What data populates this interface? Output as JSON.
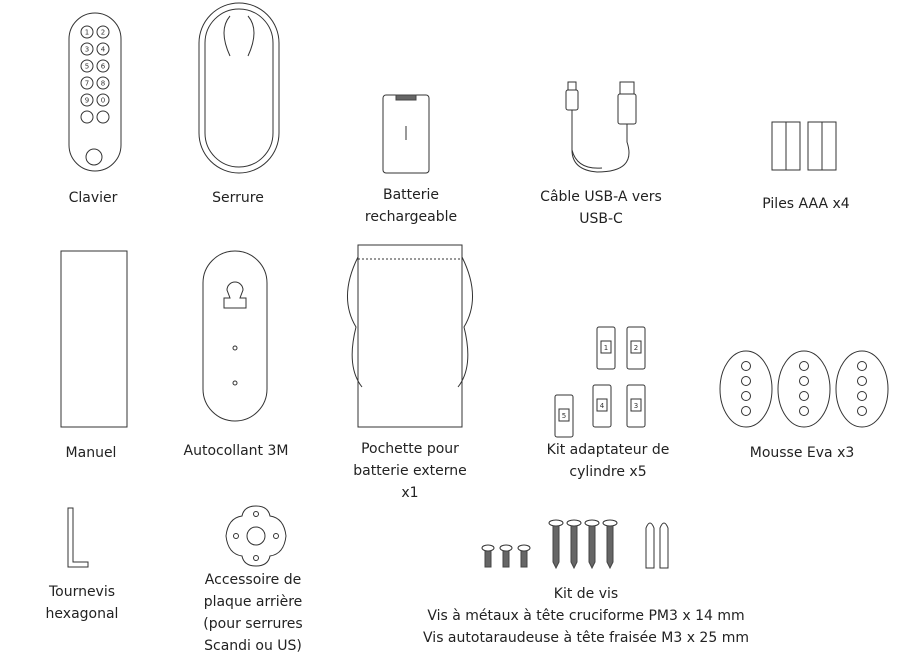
{
  "items": {
    "keypad": {
      "lines": [
        "Clavier"
      ]
    },
    "lock": {
      "lines": [
        "Serrure"
      ]
    },
    "battery": {
      "lines": [
        "Batterie",
        "rechargeable"
      ]
    },
    "cable": {
      "lines": [
        "Câble USB-A vers",
        "USB-C"
      ]
    },
    "aaa": {
      "lines": [
        "Piles AAA x4"
      ]
    },
    "manual": {
      "lines": [
        "Manuel"
      ]
    },
    "sticker": {
      "lines": [
        "Autocollant 3M"
      ]
    },
    "pouch": {
      "lines": [
        "Pochette pour",
        "batterie externe",
        "x1"
      ]
    },
    "adapter": {
      "lines": [
        "Kit adaptateur de",
        "cylindre x5"
      ]
    },
    "foam": {
      "lines": [
        "Mousse Eva x3"
      ]
    },
    "hexkey": {
      "lines": [
        "Tournevis",
        "hexagonal"
      ]
    },
    "backplate": {
      "lines": [
        "Accessoire de",
        "plaque arrière",
        "(pour serrures",
        "Scandi ou US)"
      ]
    },
    "screws": {
      "lines": [
        "Kit de vis",
        "Vis à métaux à tête cruciforme PM3 x 14 mm",
        "Vis autotaraudeuse à tête fraisée M3 x 25 mm"
      ]
    }
  },
  "keypad_keys": [
    "1",
    "2",
    "3",
    "4",
    "5",
    "6",
    "7",
    "8",
    "9",
    "0"
  ],
  "adapter_numbers": [
    "1",
    "2",
    "3",
    "4",
    "5"
  ]
}
